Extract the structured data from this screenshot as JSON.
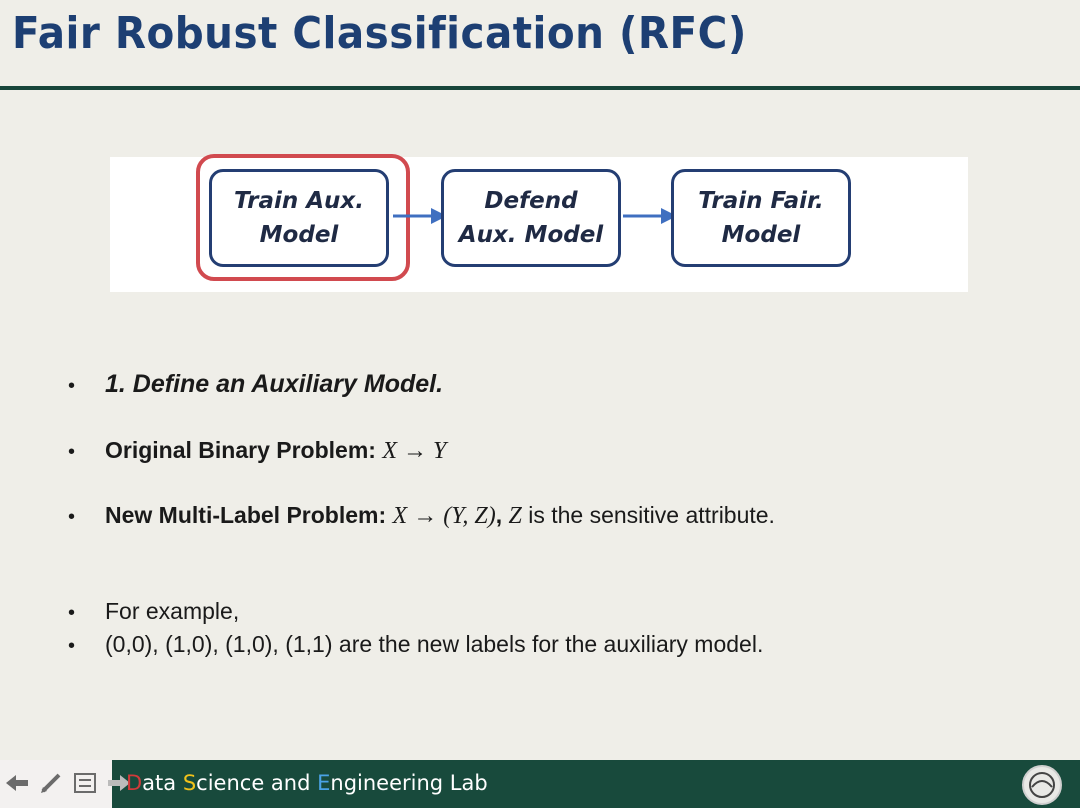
{
  "slide": {
    "title": "Fair Robust Classification (RFC)"
  },
  "pipeline": {
    "steps": [
      {
        "label": "Train Aux.\nModel",
        "highlighted": true
      },
      {
        "label": "Defend\nAux. Model",
        "highlighted": false
      },
      {
        "label": "Train Fair.\nModel",
        "highlighted": false
      }
    ],
    "colors": {
      "box_border": "#243e73",
      "arrow": "#3f6fc0",
      "highlight": "#d14a4f"
    }
  },
  "bullets": {
    "b1": "1. Define an Auxiliary Model.",
    "b2_label": "Original Binary Problem:",
    "b2_math_x": "X",
    "b2_math_arrow": "→",
    "b2_math_y": "Y",
    "b3_label": "New Multi-Label Problem:",
    "b3_math_x": "X",
    "b3_math_arrow": "→",
    "b3_math_tuple": "(Y, Z)",
    "b3_comma": ",",
    "b3_math_z": "Z",
    "b3_rest": "is the sensitive attribute.",
    "b4": "For example,",
    "b5": "(0,0), (1,0), (1,0), (1,1) are the new labels for the auxiliary model."
  },
  "footer": {
    "lab_d": "D",
    "lab_ata": "ata ",
    "lab_s": "S",
    "lab_cience": "cience and ",
    "lab_e": "E",
    "lab_ngineering": "ngineering Lab"
  },
  "icons": [
    "back-arrow-icon",
    "pen-icon",
    "slides-menu-icon",
    "forward-arrow-icon",
    "lab-logo-icon"
  ]
}
